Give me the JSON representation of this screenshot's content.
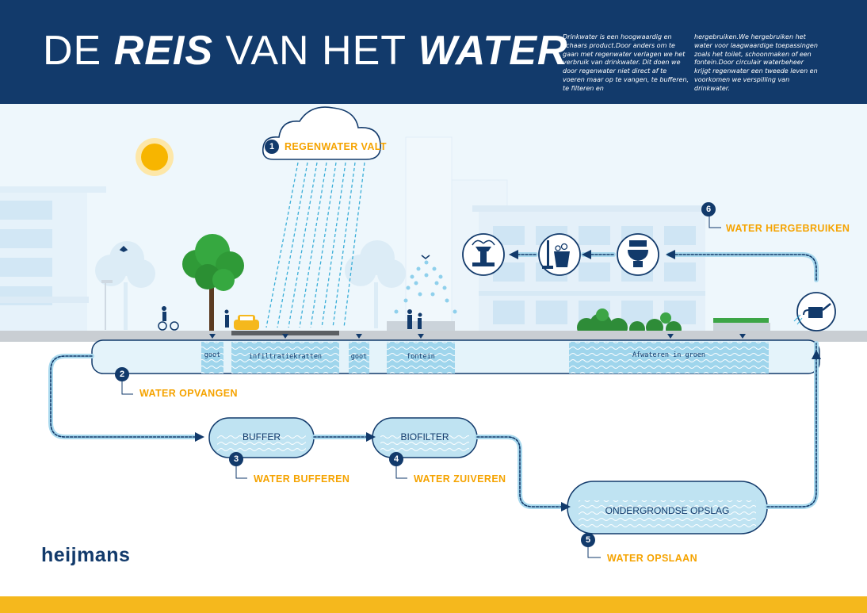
{
  "header": {
    "title_part1": "DE ",
    "title_em1": "REIS",
    "title_part2": " VAN HET ",
    "title_em2": "WATER",
    "intro_col1": "Drinkwater is een hoogwaardig en schaars product.Door anders om te gaan met regenwater verlagen we het verbruik van drinkwater. Dit doen we door regenwater niet direct af te voeren maar op te vangen, te bufferen, te filteren en",
    "intro_col2": "hergebruiken.We hergebruiken het water voor laagwaardige toepassingen zoals het toilet, schoonmaken of een fontein.Door circulair waterbeheer krijgt regenwater een tweede leven en voorkomen we verspilling van drinkwater."
  },
  "steps": [
    {
      "number": "1",
      "label": "REGENWATER VALT"
    },
    {
      "number": "2",
      "label": "WATER OPVANGEN"
    },
    {
      "number": "3",
      "label": "WATER BUFFEREN"
    },
    {
      "number": "4",
      "label": "WATER ZUIVEREN"
    },
    {
      "number": "5",
      "label": "WATER OPSLAAN"
    },
    {
      "number": "6",
      "label": "WATER HERGEBRUIKEN"
    }
  ],
  "tanks": {
    "buffer": "BUFFER",
    "biofilter": "BIOFILTER",
    "storage": "ONDERGRONDSE OPSLAG"
  },
  "zones": {
    "goot_1": "goot",
    "infiltratie": "infiltratiekratten",
    "goot_2": "goot",
    "fontein": "fontein",
    "groen": "Afwateren in groen"
  },
  "reuse_icons": [
    "fountain-icon",
    "cleaning-bucket-icon",
    "toilet-icon",
    "watering-can-icon"
  ],
  "brand": "heijmans",
  "colors": {
    "navy": "#123a6b",
    "accent": "#f5a300",
    "water": "#bfe3f2",
    "footer": "#f5b81d"
  }
}
